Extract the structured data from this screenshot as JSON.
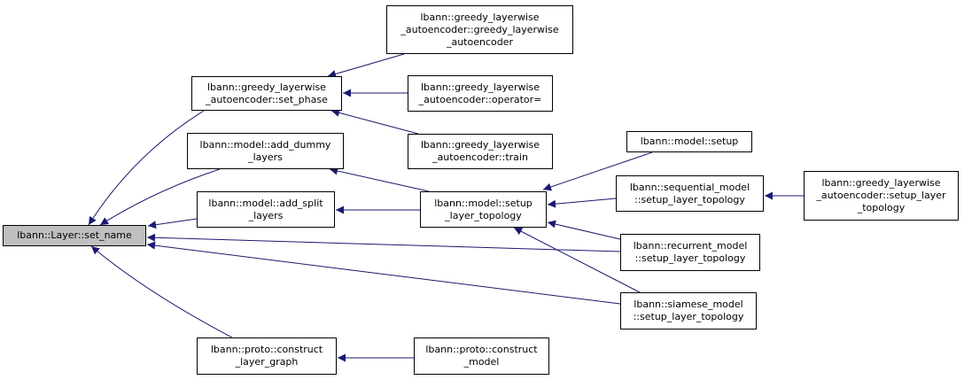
{
  "colors": {
    "edge": "#191970",
    "node_border": "#000000",
    "root_fill": "#bfbfbf",
    "node_fill": "#ffffff"
  },
  "nodes": {
    "root": {
      "lines": [
        "lbann::Layer::set_name"
      ]
    },
    "gl_set_phase": {
      "lines": [
        "lbann::greedy_layerwise",
        "_autoencoder::set_phase"
      ]
    },
    "add_dummy": {
      "lines": [
        "lbann::model::add_dummy",
        "_layers"
      ]
    },
    "add_split": {
      "lines": [
        "lbann::model::add_split",
        "_layers"
      ]
    },
    "construct_graph": {
      "lines": [
        "lbann::proto::construct",
        "_layer_graph"
      ]
    },
    "gl_ctor": {
      "lines": [
        "lbann::greedy_layerwise",
        "_autoencoder::greedy_layerwise",
        "_autoencoder"
      ]
    },
    "gl_operator": {
      "lines": [
        "lbann::greedy_layerwise",
        "_autoencoder::operator="
      ]
    },
    "gl_train": {
      "lines": [
        "lbann::greedy_layerwise",
        "_autoencoder::train"
      ]
    },
    "model_setup_lt": {
      "lines": [
        "lbann::model::setup",
        "_layer_topology"
      ]
    },
    "construct_model": {
      "lines": [
        "lbann::proto::construct",
        "_model"
      ]
    },
    "model_setup": {
      "lines": [
        "lbann::model::setup"
      ]
    },
    "seq_setup": {
      "lines": [
        "lbann::sequential_model",
        "::setup_layer_topology"
      ]
    },
    "rec_setup": {
      "lines": [
        "lbann::recurrent_model",
        "::setup_layer_topology"
      ]
    },
    "siam_setup": {
      "lines": [
        "lbann::siamese_model",
        "::setup_layer_topology"
      ]
    },
    "gl_setup_lt": {
      "lines": [
        "lbann::greedy_layerwise",
        "_autoencoder::setup_layer",
        "_topology"
      ]
    }
  }
}
